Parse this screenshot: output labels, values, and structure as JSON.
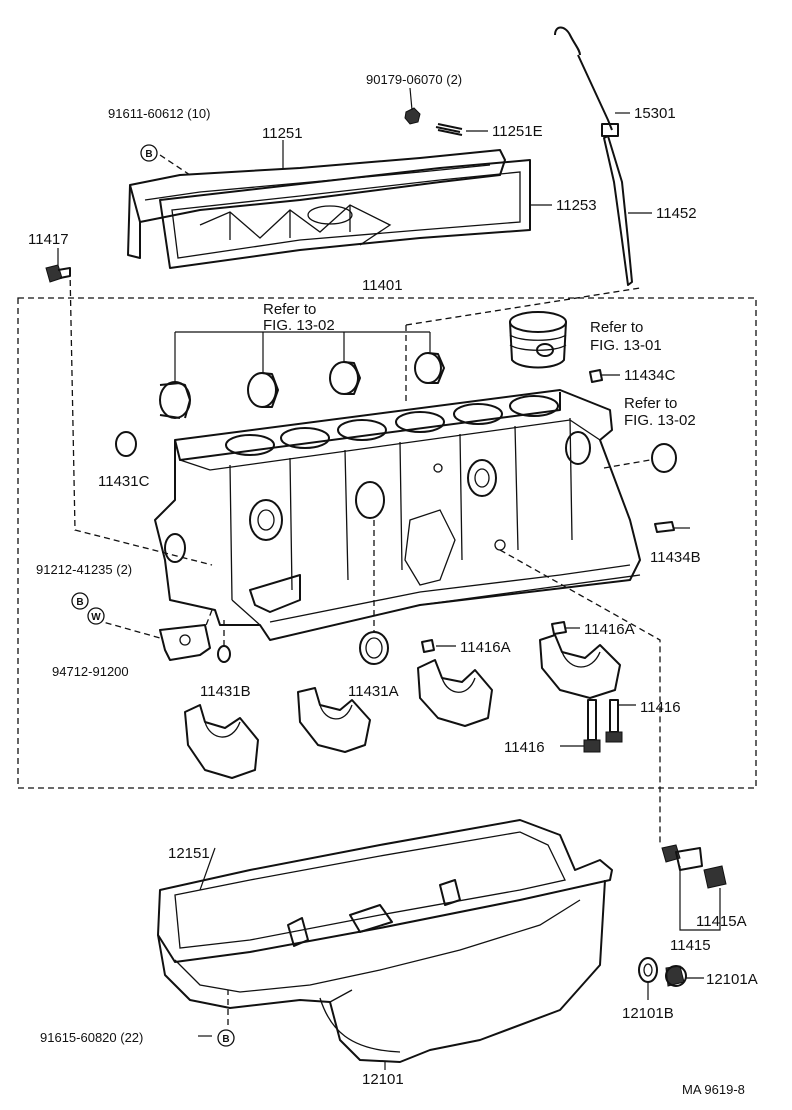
{
  "labels": {
    "p90179": "90179-06070 (2)",
    "p91611": "91611-60612 (10)",
    "p11251": "11251",
    "p11251E": "11251E",
    "p15301": "15301",
    "p11253": "11253",
    "p11452": "11452",
    "p11417": "11417",
    "p11401": "11401",
    "refer_a1": "Refer to",
    "refer_a2": "FIG. 13-02",
    "refer_b1": "Refer to",
    "refer_b2": "FIG. 13-01",
    "refer_c1": "Refer to",
    "refer_c2": "FIG. 13-02",
    "p11434C": "11434C",
    "p11431C": "11431C",
    "p11434B": "11434B",
    "p91212": "91212-41235 (2)",
    "p94712": "94712-91200",
    "p11431B": "11431B",
    "p11431A": "11431A",
    "p11416A_1": "11416A",
    "p11416A_2": "11416A",
    "p11416_1": "11416",
    "p11416_2": "11416",
    "p12151": "12151",
    "p11415A": "11415A",
    "p11415": "11415",
    "p12101A": "12101A",
    "p12101B": "12101B",
    "p91615": "91615-60820 (22)",
    "p12101": "12101",
    "footer": "MA 9619-8"
  },
  "tags": {
    "b": "B",
    "w": "W"
  }
}
